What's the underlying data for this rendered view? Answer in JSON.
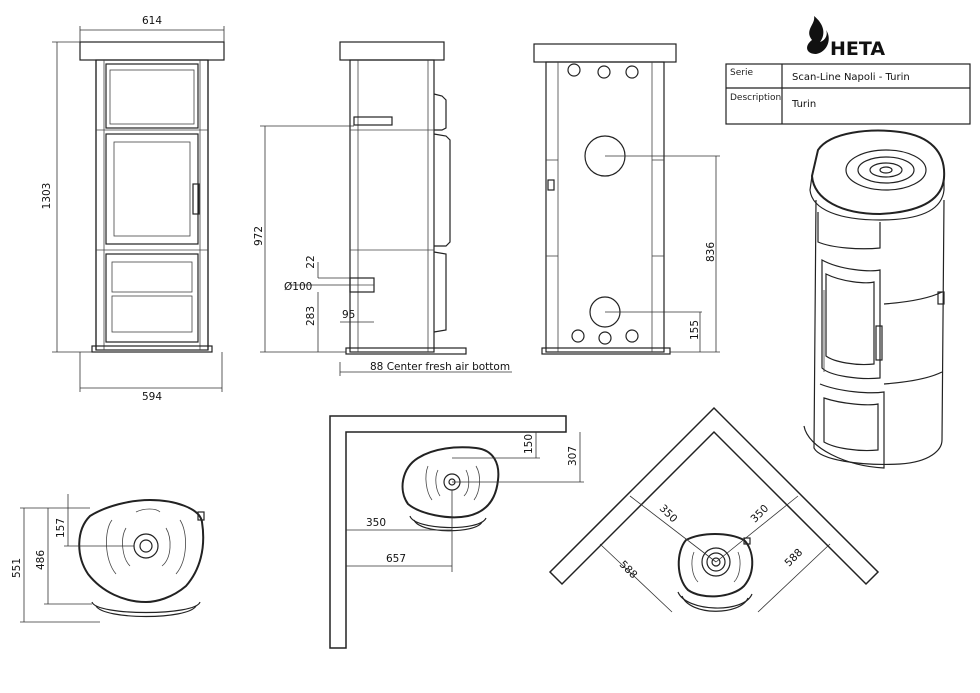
{
  "brand": {
    "name": "HETA"
  },
  "title_block": {
    "serie_label": "Serie",
    "serie_value": "Scan-Line Napoli - Turin",
    "description_label": "Description",
    "description_value": "Turin"
  },
  "dimensions": {
    "front_width_top": "614",
    "front_width_bottom": "594",
    "front_height": "1303",
    "side_height_972": "972",
    "side_22": "22",
    "side_diameter": "Ø100",
    "side_283": "283",
    "side_95": "95",
    "side_note": "88 Center fresh air bottom",
    "back_836": "836",
    "back_155": "155",
    "top_157": "157",
    "top_486": "486",
    "top_551": "551",
    "wall_150": "150",
    "wall_307": "307",
    "wall_350": "350",
    "wall_657": "657",
    "corner_350_left": "350",
    "corner_350_right": "350",
    "corner_588_left": "588",
    "corner_588_right": "588"
  }
}
